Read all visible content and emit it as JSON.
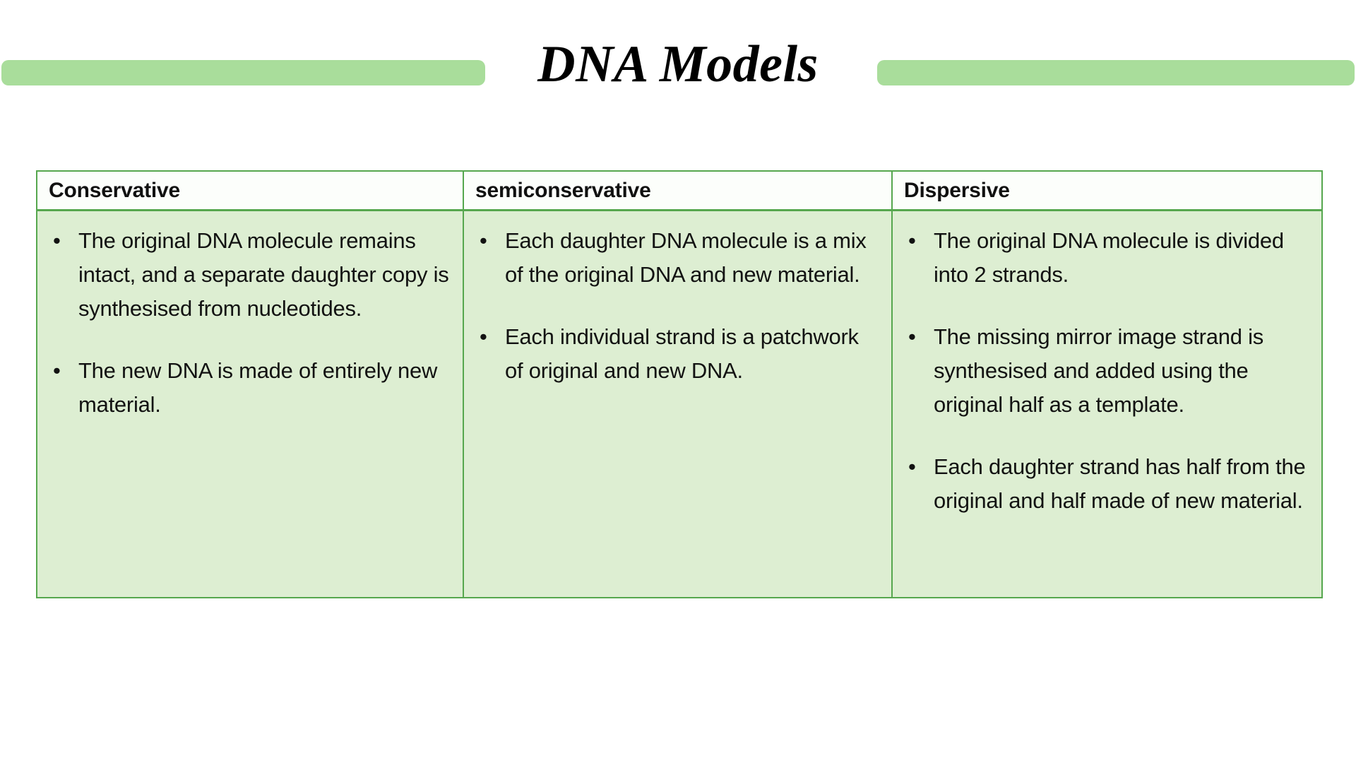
{
  "slide": {
    "title": "DNA Models",
    "accent_color": "#a9dd9b",
    "border_color": "#56a74e",
    "cell_background": "#ddeed2",
    "header_background": "#fcfefb",
    "text_color": "#121212",
    "background": "#ffffff"
  },
  "table": {
    "columns": [
      {
        "header": "Conservative",
        "bullets": [
          "The original DNA molecule remains intact, and a separate daughter copy is synthesised from nucleotides.",
          "The new DNA is made of entirely new material."
        ]
      },
      {
        "header": "semiconservative",
        "bullets": [
          "Each daughter DNA molecule is a mix of the original DNA and new material.",
          "Each individual strand is a patchwork of original and new DNA."
        ]
      },
      {
        "header": "Dispersive",
        "bullets": [
          "The original DNA molecule is divided into 2 strands.",
          "The missing mirror image strand is synthesised and added using the original half as a template.",
          "Each daughter strand has half from the original and half made of new material."
        ]
      }
    ]
  }
}
